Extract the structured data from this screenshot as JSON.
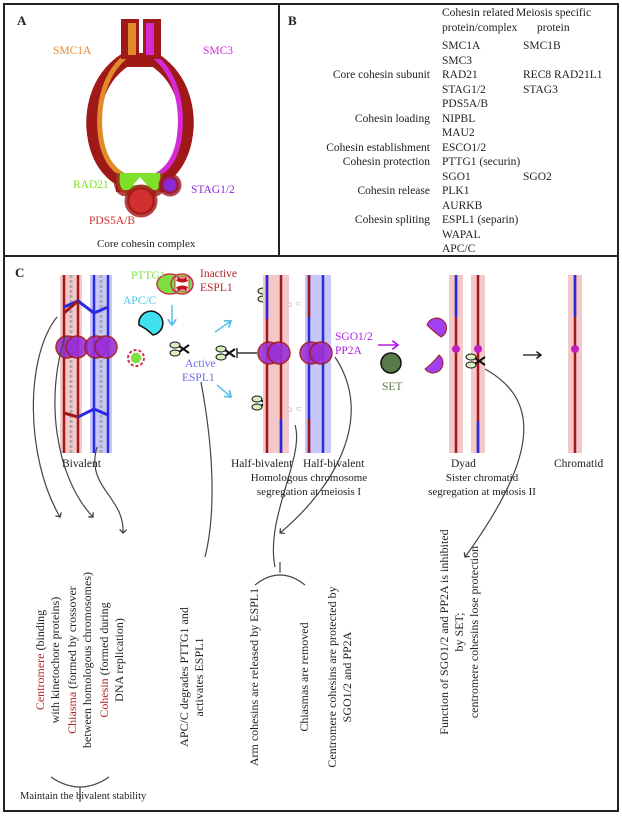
{
  "panelA": {
    "label": "A",
    "caption": "Core cohesin complex",
    "components": [
      {
        "name": "SMC1A",
        "color": "#e08a2a"
      },
      {
        "name": "SMC3",
        "color": "#d62ad6"
      },
      {
        "name": "RAD21",
        "color": "#7ee02a"
      },
      {
        "name": "STAG1/2",
        "color": "#8a2ad6"
      },
      {
        "name": "PDS5A/B",
        "color": "#d03030"
      }
    ],
    "outline_color": "#a01818"
  },
  "panelB": {
    "label": "B",
    "headers": {
      "col1": [
        "Cohesin related",
        "protein/complex"
      ],
      "col2": [
        "Meiosis specific",
        "protein"
      ]
    },
    "rows": [
      {
        "category": "",
        "protein": "SMC1A",
        "meiosis": "SMC1B"
      },
      {
        "category": "",
        "protein": "SMC3",
        "meiosis": ""
      },
      {
        "category": "Core cohesin subunit",
        "protein": "RAD21",
        "meiosis": "REC8 RAD21L1"
      },
      {
        "category": "",
        "protein": "STAG1/2",
        "meiosis": "STAG3"
      },
      {
        "category": "",
        "protein": "PDS5A/B",
        "meiosis": ""
      },
      {
        "category": "Cohesin loading",
        "protein": "NIPBL",
        "meiosis": ""
      },
      {
        "category": "",
        "protein": "MAU2",
        "meiosis": ""
      },
      {
        "category": "Cohesin establishment",
        "protein": "ESCO1/2",
        "meiosis": ""
      },
      {
        "category": "Cohesin protection",
        "protein": "PTTG1 (securin)",
        "meiosis": ""
      },
      {
        "category": "",
        "protein": "SGO1",
        "meiosis": "SGO2"
      },
      {
        "category": "Cohesin release",
        "protein": "PLK1",
        "meiosis": ""
      },
      {
        "category": "",
        "protein": "AURKB",
        "meiosis": ""
      },
      {
        "category": "Cohesin spliting",
        "protein": "ESPL1 (separin)",
        "meiosis": ""
      },
      {
        "category": "",
        "protein": "WAPAL",
        "meiosis": ""
      },
      {
        "category": "",
        "protein": "APC/C",
        "meiosis": ""
      }
    ]
  },
  "panelC": {
    "label": "C",
    "labels": {
      "pttg1": "PTTG1",
      "inactive_espl1": [
        "Inactive",
        "ESPL1"
      ],
      "apcc": "APC/C",
      "active_espl1": [
        "Active",
        "ESPL1"
      ],
      "sgo_pp2a": [
        "SGO1/2",
        "PP2A"
      ],
      "set": "SET"
    },
    "stages": {
      "bivalent": "Bivalent",
      "half_bivalent_1": "Half-bivalent",
      "half_bivalent_2": "Half-bivalent",
      "dyad": "Dyad",
      "chromatid": "Chromatid"
    },
    "phases": {
      "meiosis1": [
        "Homologous chromosome",
        "segregation at meiosis I"
      ],
      "meiosis2": [
        "Sister chromatid",
        "segregation at meiosis II"
      ]
    },
    "notes": {
      "centromere": {
        "term": "Centromere",
        "rest1": " (binding",
        "line2": "with kinetochore proteins)"
      },
      "chiasma": {
        "term": "Chiasma",
        "rest1": " (formed by crossover",
        "line2": "between homologous chromosomes)"
      },
      "cohesin": {
        "term": "Cohesin",
        "rest1": " (formed during",
        "line2": "DNA replication)"
      },
      "maintain": "Maintain the bivalent stability",
      "apcc_degrades": [
        "APC/C degrades PTTG1 and",
        "activates ESPL1"
      ],
      "arm_cohesins": "Arm cohesins are released by ESPL1",
      "chiasmas_removed": "Chiasmas are removed",
      "centromere_protected": [
        "Centromere cohesins are protected by",
        "SGO1/2 and PP2A"
      ],
      "set_inhibits": [
        "Function of SGO1/2 and PP2A is inhibited",
        "by SET;",
        "centromere cohesins lose protection"
      ]
    },
    "colors": {
      "maternal": "#a01818",
      "paternal": "#2a2ae0",
      "centromere": "#9a30d8",
      "pttg1": "#7ee040",
      "apcc": "#40e0f0",
      "active_espl1": "#6a6ae8",
      "set": "#5a7a4a",
      "sgo": "#b020e0",
      "term_red": "#b0242a"
    }
  }
}
